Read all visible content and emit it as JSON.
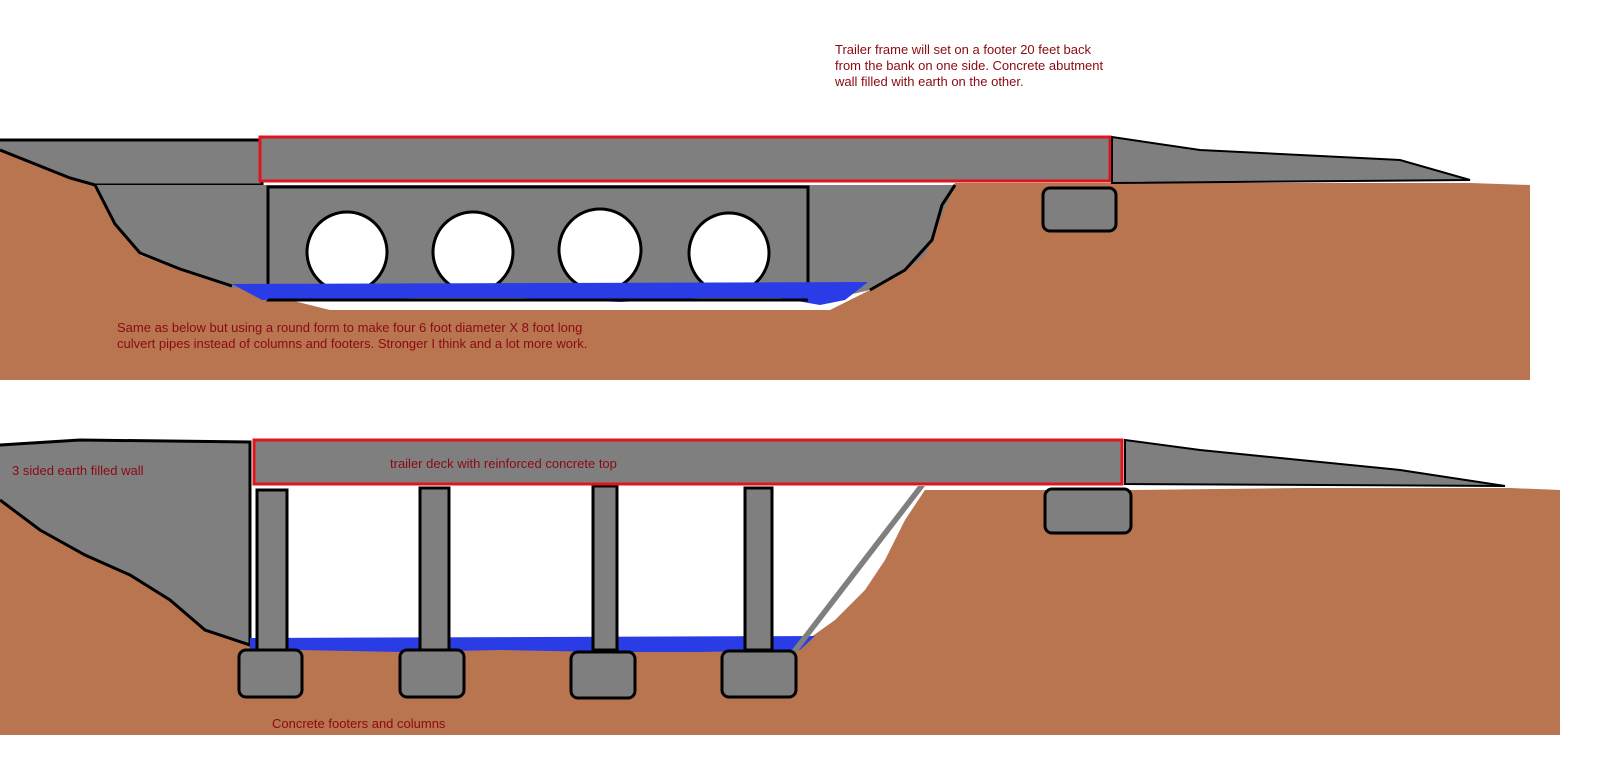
{
  "annotations": {
    "top_note": [
      "Trailer frame will set on a footer 20 feet back",
      "from the bank on one side. Concrete abutment",
      "wall filled with earth on the other."
    ],
    "culvert_note": [
      "Same as below but using a round form to make four 6 foot diameter X 8 foot long",
      "culvert pipes instead of columns and footers. Stronger I think and a lot more work."
    ],
    "deck_label": "trailer deck with reinforced concrete top",
    "wall_label": "3 sided earth filled wall",
    "footers_label": "Concrete footers and columns"
  },
  "colors": {
    "earth": "#b87550",
    "concrete": "#7f7f7f",
    "water": "#2a3ce6",
    "deck_outline": "#e0141e",
    "outline": "#000000",
    "label_text": "#8b0a12"
  }
}
